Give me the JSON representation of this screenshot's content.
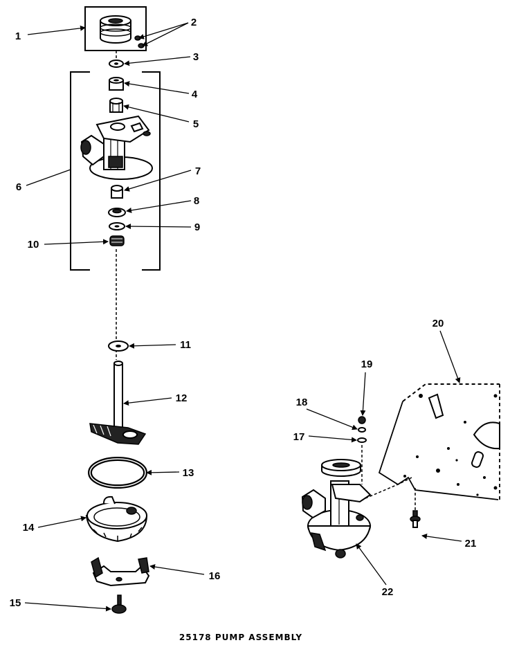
{
  "caption": "25178 PUMP ASSEMBLY",
  "callouts": [
    "1",
    "2",
    "3",
    "4",
    "5",
    "6",
    "7",
    "8",
    "9",
    "10",
    "11",
    "12",
    "13",
    "14",
    "15",
    "16",
    "17",
    "18",
    "19",
    "20",
    "21",
    "22"
  ]
}
